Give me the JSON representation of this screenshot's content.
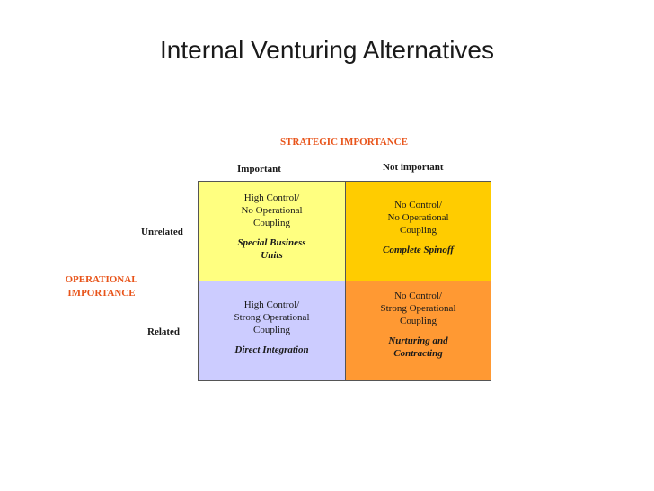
{
  "title": "Internal Venturing Alternatives",
  "x_axis": {
    "title": "STRATEGIC IMPORTANCE",
    "columns": [
      "Important",
      "Not important"
    ]
  },
  "y_axis": {
    "title_lines": [
      "OPERATIONAL",
      "IMPORTANCE"
    ],
    "rows": [
      "Unrelated",
      "Related"
    ]
  },
  "colors": {
    "accent": "#e8541a",
    "cell_high_control_no_coupling": "#ffff80",
    "cell_no_control_no_coupling": "#ffcc00",
    "cell_high_control_strong_coupling": "#ccccff",
    "cell_no_control_strong_coupling": "#ff9933"
  },
  "cells": {
    "unrelated_important": {
      "desc": [
        "High Control/",
        "No Operational",
        "Coupling"
      ],
      "strategy": [
        "Special Business",
        "Units"
      ]
    },
    "unrelated_not_important": {
      "desc": [
        "No Control/",
        "No Operational",
        "Coupling"
      ],
      "strategy": [
        "Complete Spinoff"
      ]
    },
    "related_important": {
      "desc": [
        "High Control/",
        "Strong Operational",
        "Coupling"
      ],
      "strategy": [
        "Direct Integration"
      ]
    },
    "related_not_important": {
      "desc": [
        "No Control/",
        "Strong Operational",
        "Coupling"
      ],
      "strategy": [
        "Nurturing and",
        "Contracting"
      ]
    }
  }
}
